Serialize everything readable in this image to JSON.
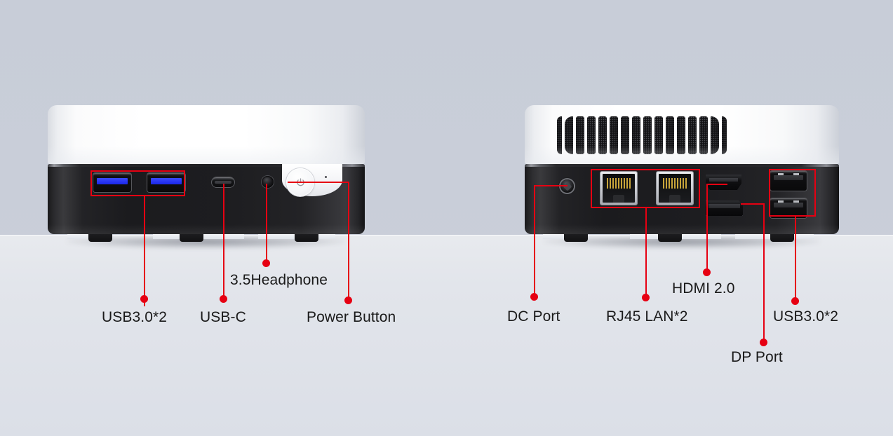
{
  "scene": {
    "title": "Mini PC front and rear port callout diagram",
    "background_color": "#c9ced9",
    "surface_color": "#e4e7ed",
    "callout_color": "#e60012",
    "label_color": "#1a1a1a"
  },
  "devices": [
    {
      "id": "front-view",
      "name": "Mini PC front panel",
      "shell_top_color": "#ffffff",
      "shell_body_color": "#1d1d20",
      "ports": [
        {
          "name": "usb-3-0-port-left",
          "type": "usb-a",
          "accent": "#2b38f0"
        },
        {
          "name": "usb-3-0-port-right",
          "type": "usb-a",
          "accent": "#2b38f0"
        },
        {
          "name": "usb-c-port",
          "type": "usb-c"
        },
        {
          "name": "headphone-jack",
          "type": "jack-3.5mm"
        },
        {
          "name": "power-button",
          "type": "button",
          "glyph": "power-icon"
        },
        {
          "name": "status-led",
          "type": "led"
        }
      ]
    },
    {
      "id": "rear-view",
      "name": "Mini PC rear panel",
      "shell_top_color": "#ffffff",
      "shell_body_color": "#1d1d20",
      "vent_count": 16,
      "ports": [
        {
          "name": "dc-power-jack",
          "type": "barrel-jack"
        },
        {
          "name": "rj45-lan-port-left",
          "type": "rj45"
        },
        {
          "name": "rj45-lan-port-right",
          "type": "rj45"
        },
        {
          "name": "hdmi-port",
          "type": "hdmi"
        },
        {
          "name": "displayport-port",
          "type": "displayport"
        },
        {
          "name": "usb-3-0-port-top",
          "type": "usb-a"
        },
        {
          "name": "usb-3-0-port-bottom",
          "type": "usb-a"
        }
      ]
    }
  ],
  "callouts": {
    "front": [
      {
        "id": "usb3-front",
        "label": "USB3.0*2",
        "target": "usb-3-0-ports-front"
      },
      {
        "id": "usb-c",
        "label": "USB-C",
        "target": "usb-c-port"
      },
      {
        "id": "headphone",
        "label": "3.5Headphone",
        "target": "headphone-jack"
      },
      {
        "id": "power-button",
        "label": "Power Button",
        "target": "power-button"
      }
    ],
    "rear": [
      {
        "id": "dc-port",
        "label": "DC Port",
        "target": "dc-power-jack"
      },
      {
        "id": "rj45",
        "label": "RJ45 LAN*2",
        "target": "rj45-lan-ports"
      },
      {
        "id": "hdmi",
        "label": "HDMI 2.0",
        "target": "hdmi-port"
      },
      {
        "id": "dp-port",
        "label": "DP Port",
        "target": "displayport-port"
      },
      {
        "id": "usb3-rear",
        "label": "USB3.0*2",
        "target": "usb-3-0-ports-rear"
      }
    ]
  }
}
